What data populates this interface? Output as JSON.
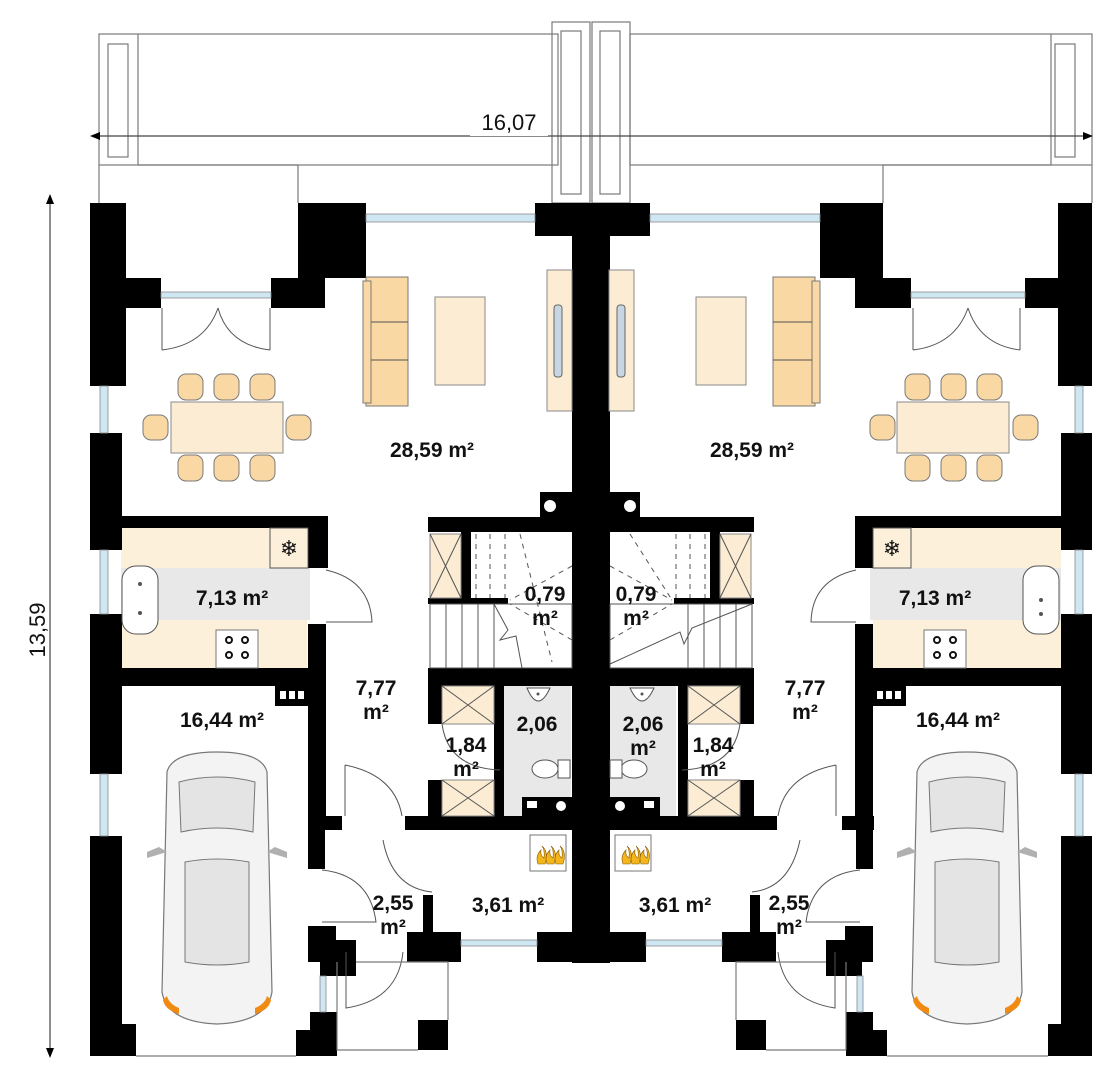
{
  "dimensions": {
    "width_label": "16,07",
    "height_label": "13,59"
  },
  "units": {
    "left": {
      "living_dining": "28,59 m²",
      "kitchen": "7,13 m²",
      "hall": "7,77",
      "hall_unit": "m²",
      "stair_storage": "0,79",
      "stair_storage_unit": "m²",
      "bathroom": "2,06",
      "wardrobe": "1,84",
      "wardrobe_unit": "m²",
      "garage": "16,44 m²",
      "vestibule": "2,55",
      "vestibule_unit": "m²",
      "boiler_room": "3,61 m²"
    },
    "right": {
      "living_dining": "28,59 m²",
      "kitchen": "7,13 m²",
      "hall": "7,77",
      "hall_unit": "m²",
      "stair_storage": "0,79",
      "stair_storage_unit": "m²",
      "bathroom": "2,06",
      "bathroom_unit": "m²",
      "wardrobe": "1,84",
      "wardrobe_unit": "m²",
      "garage": "16,44 m²",
      "vestibule": "2,55",
      "vestibule_unit": "m²",
      "boiler_room": "3,61 m²"
    }
  },
  "icons": {
    "fridge": "snowflake-icon",
    "heating": "flame-icon",
    "ventilation": "vent-grille-icon"
  },
  "colors": {
    "wall": "#000000",
    "furniture": "#fbecd3",
    "upholstery": "#f9d8a4",
    "glass": "#cfe6f3",
    "wet_floor": "#e8e8e8",
    "car_lights": "#f08a10",
    "flame": "#f3b61d"
  }
}
